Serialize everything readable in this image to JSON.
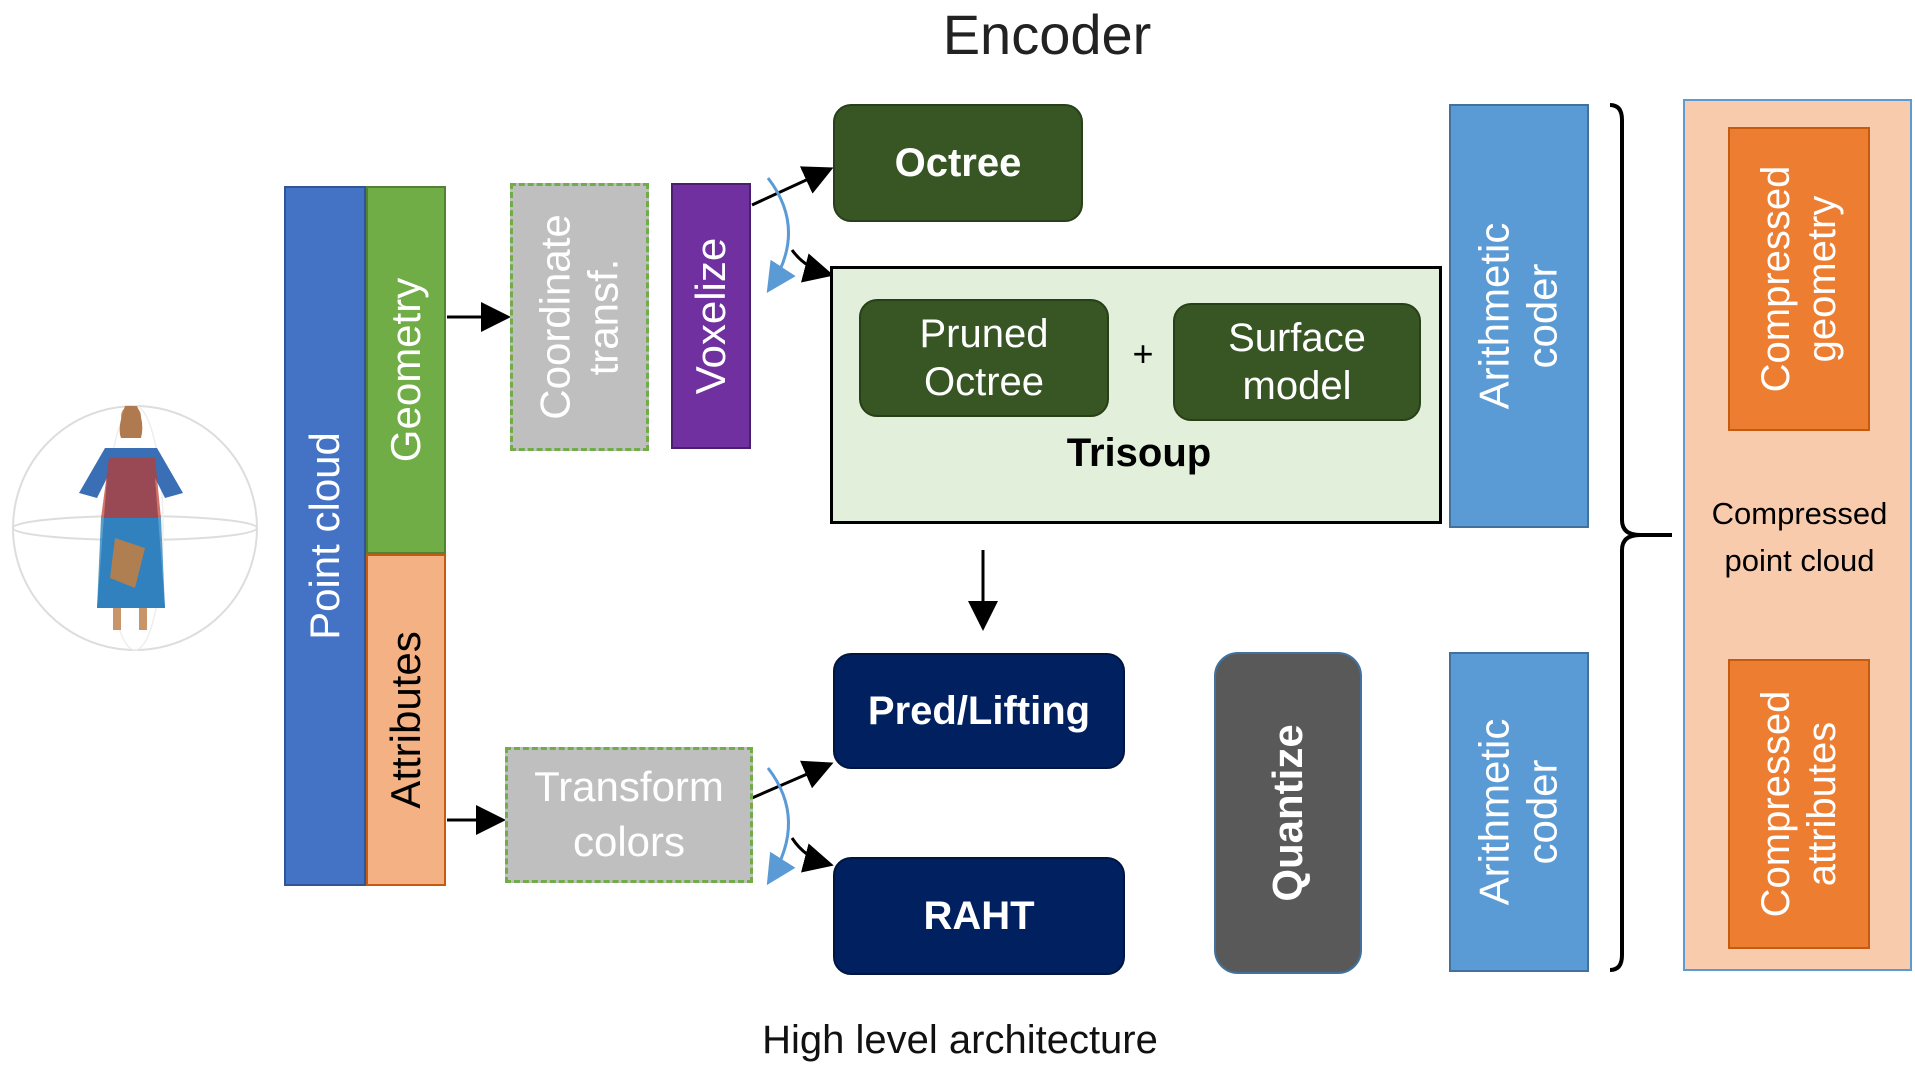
{
  "title": "Encoder",
  "caption": "High level architecture",
  "input": {
    "point_cloud": "Point cloud",
    "geometry": "Geometry",
    "attributes": "Attributes"
  },
  "geometry_path": {
    "coordinate_transf": [
      "Coordinate",
      "transf."
    ],
    "voxelize": "Voxelize",
    "octree": "Octree",
    "trisoup": {
      "label": "Trisoup",
      "pruned_octree": [
        "Pruned",
        "Octree"
      ],
      "plus": "+",
      "surface_model": [
        "Surface",
        "model"
      ]
    },
    "arithmetic_coder": [
      "Arithmetic",
      "coder"
    ]
  },
  "attribute_path": {
    "transform_colors": [
      "Transform",
      "colors"
    ],
    "pred_lifting": "Pred/Lifting",
    "raht": "RAHT",
    "quantize": "Quantize",
    "arithmetic_coder": [
      "Arithmetic",
      "coder"
    ]
  },
  "output": {
    "compressed_geometry": [
      "Compressed",
      "geometry"
    ],
    "compressed_point_cloud": [
      "Compressed",
      "point cloud"
    ],
    "compressed_attributes": [
      "Compressed",
      "attributes"
    ]
  },
  "colors": {
    "blue": "#4472c4",
    "green": "#70ad47",
    "salmon": "#f4b183",
    "gray": "#bfbfbf",
    "purple": "#7030a0",
    "dark_green": "#375623",
    "light_green": "#e2efda",
    "navy": "#002060",
    "dark_gray": "#595959",
    "light_blue": "#5b9bd5",
    "peach": "#f8cbad",
    "orange": "#ed7d31"
  }
}
